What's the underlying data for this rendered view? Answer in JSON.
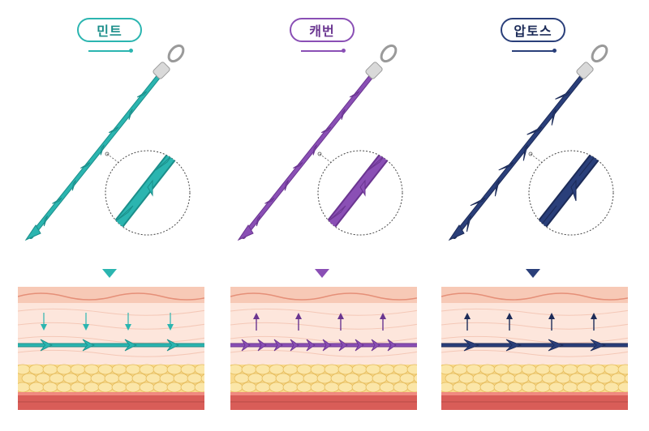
{
  "threads": [
    {
      "label": "민트",
      "color": "#2bb5b0",
      "dark": "#1b8e8a",
      "skin_arrow_dir": "down"
    },
    {
      "label": "캐번",
      "color": "#8a4fb5",
      "dark": "#6a3590",
      "skin_arrow_dir": "up"
    },
    {
      "label": "압토스",
      "color": "#2a3f7a",
      "dark": "#1c2b58",
      "skin_arrow_dir": "up"
    }
  ]
}
